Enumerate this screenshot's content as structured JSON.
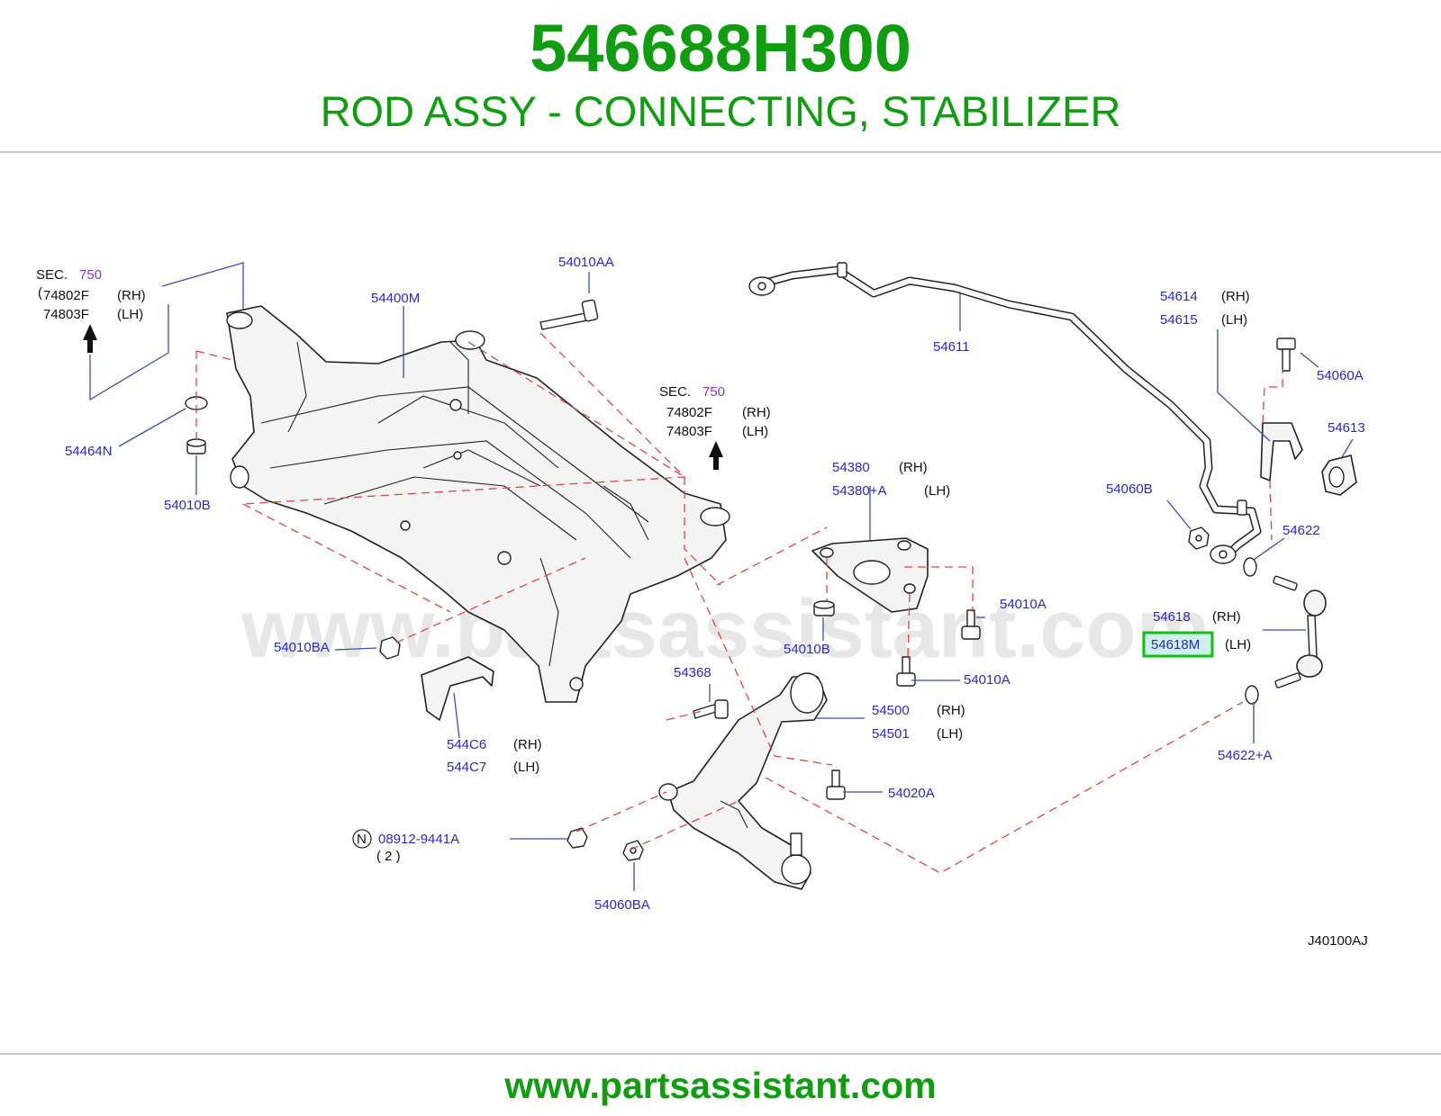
{
  "header": {
    "part_number": "546688H300",
    "description": "ROD ASSY - CONNECTING, STABILIZER"
  },
  "footer": {
    "website": "www.partsassistant.com"
  },
  "watermark": "www.partsassistant.com",
  "diagram": {
    "figure_code": "J40100AJ",
    "highlight_color": "#11c011",
    "labels": {
      "sec_left_title": "SEC.",
      "sec_left_num": "750",
      "sec_left_a": "74802F",
      "sec_left_a_side": "(RH)",
      "sec_left_b": "74803F",
      "sec_left_b_side": "(LH)",
      "sec_mid_title": "SEC.",
      "sec_mid_num": "750",
      "sec_mid_a": "74802F",
      "sec_mid_a_side": "(RH)",
      "sec_mid_b": "74803F",
      "sec_mid_b_side": "(LH)",
      "p54010AA": "54010AA",
      "p54400M": "54400M",
      "p54611": "54611",
      "p54614": "54614",
      "p54614_side": "(RH)",
      "p54615": "54615",
      "p54615_side": "(LH)",
      "p54060A": "54060A",
      "p54613": "54613",
      "p54464N": "54464N",
      "p54010B_left": "54010B",
      "p54380": "54380",
      "p54380_side": "(RH)",
      "p54380A": "54380+A",
      "p54380A_side": "(LH)",
      "p54060B": "54060B",
      "p54622": "54622",
      "p54010A_top": "54010A",
      "p54618": "54618",
      "p54618_side": "(RH)",
      "p54618M": "54618M",
      "p54618M_side": "(LH)",
      "p54010BA": "54010BA",
      "p54010B_mid": "54010B",
      "p54010A_bottom": "54010A",
      "p54368": "54368",
      "p54500": "54500",
      "p54500_side": "(RH)",
      "p54501": "54501",
      "p54501_side": "(LH)",
      "p544C6": "544C6",
      "p544C6_side": "(RH)",
      "p544C7": "544C7",
      "p544C7_side": "(LH)",
      "p54622A": "54622+A",
      "p54020A": "54020A",
      "nut_symbol": "N",
      "p08912": "08912-9441A",
      "p08912_qty": "( 2 )",
      "p54060BA": "54060BA"
    }
  }
}
